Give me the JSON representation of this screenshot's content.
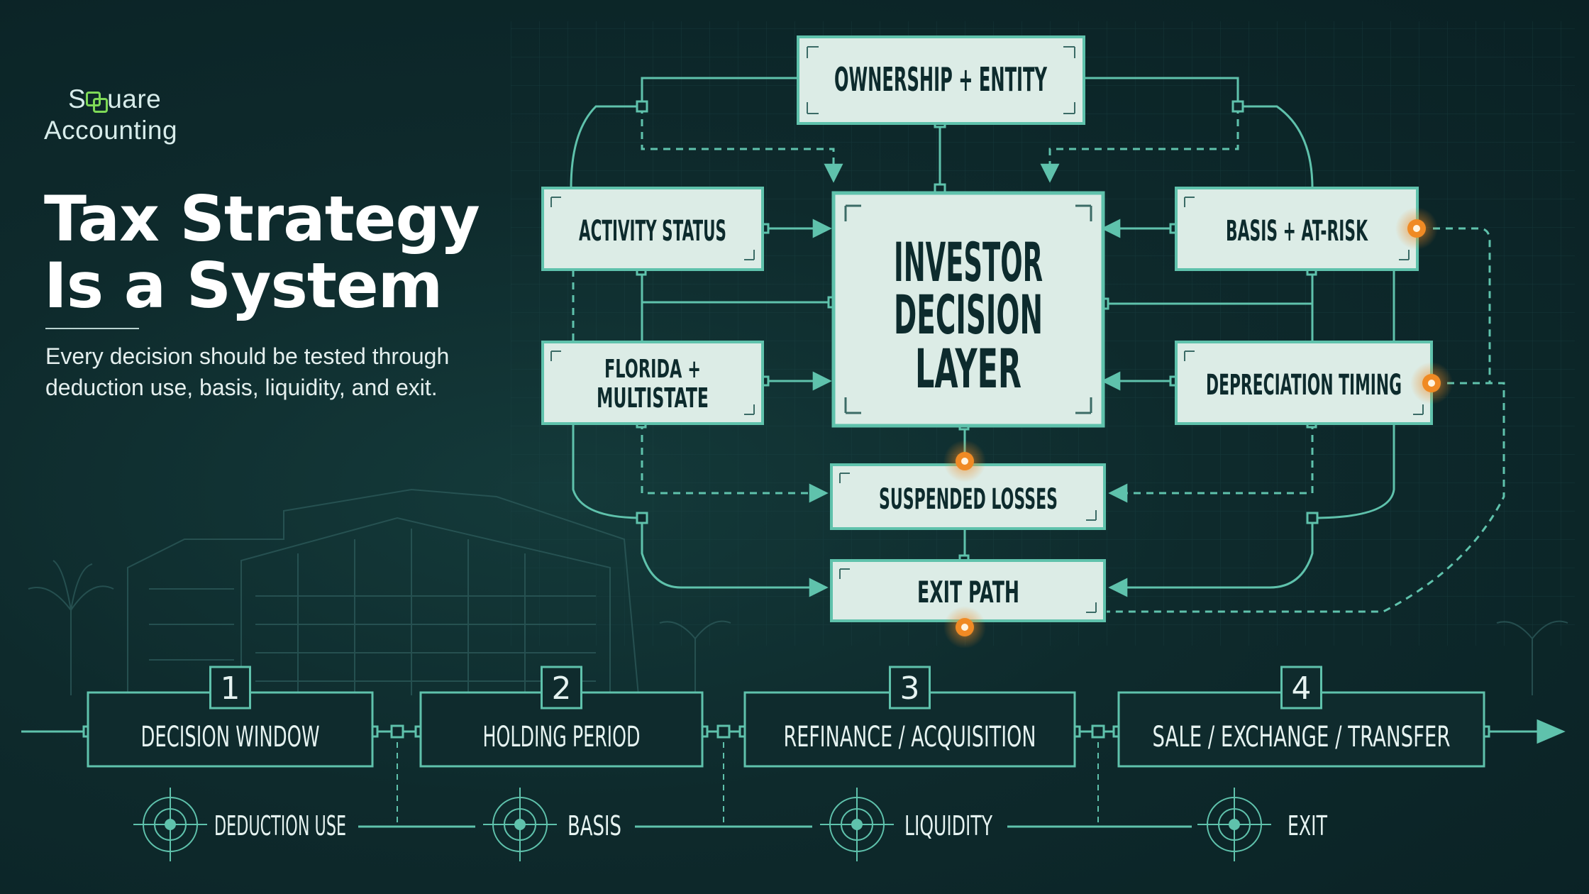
{
  "brand": {
    "line1_pre": "S",
    "line1_post": "uare",
    "line2": "Accounting",
    "logo_icon": "interlocking-squares-icon"
  },
  "heading": {
    "line1": "Tax Strategy",
    "line2": "Is a System"
  },
  "subtitle": {
    "line1": "Every decision should be tested through",
    "line2": "deduction use, basis, liquidity, and exit."
  },
  "diagram": {
    "ownership": "OWNERSHIP + ENTITY",
    "activity": "ACTIVITY STATUS",
    "florida_line1": "FLORIDA +",
    "florida_line2": "MULTISTATE",
    "center_line1": "INVESTOR",
    "center_line2": "DECISION",
    "center_line3": "LAYER",
    "basis": "BASIS + AT-RISK",
    "depreciation": "DEPRECIATION TIMING",
    "suspended": "SUSPENDED LOSSES",
    "exit": "EXIT PATH"
  },
  "timeline": {
    "stages": [
      {
        "num": "1",
        "label": "DECISION WINDOW"
      },
      {
        "num": "2",
        "label": "HOLDING PERIOD"
      },
      {
        "num": "3",
        "label": "REFINANCE / ACQUISITION"
      },
      {
        "num": "4",
        "label": "SALE / EXCHANGE / TRANSFER"
      }
    ],
    "tests": [
      {
        "label": "DEDUCTION USE",
        "icon": "target-icon"
      },
      {
        "label": "BASIS",
        "icon": "target-icon"
      },
      {
        "label": "LIQUIDITY",
        "icon": "target-icon"
      },
      {
        "label": "EXIT",
        "icon": "target-icon"
      }
    ]
  },
  "colors": {
    "background": "#0e2a2c",
    "line": "#5fc2ac",
    "box_fill": "#dcece6",
    "box_text": "#0d2b2d",
    "highlight": "#f08a24"
  }
}
